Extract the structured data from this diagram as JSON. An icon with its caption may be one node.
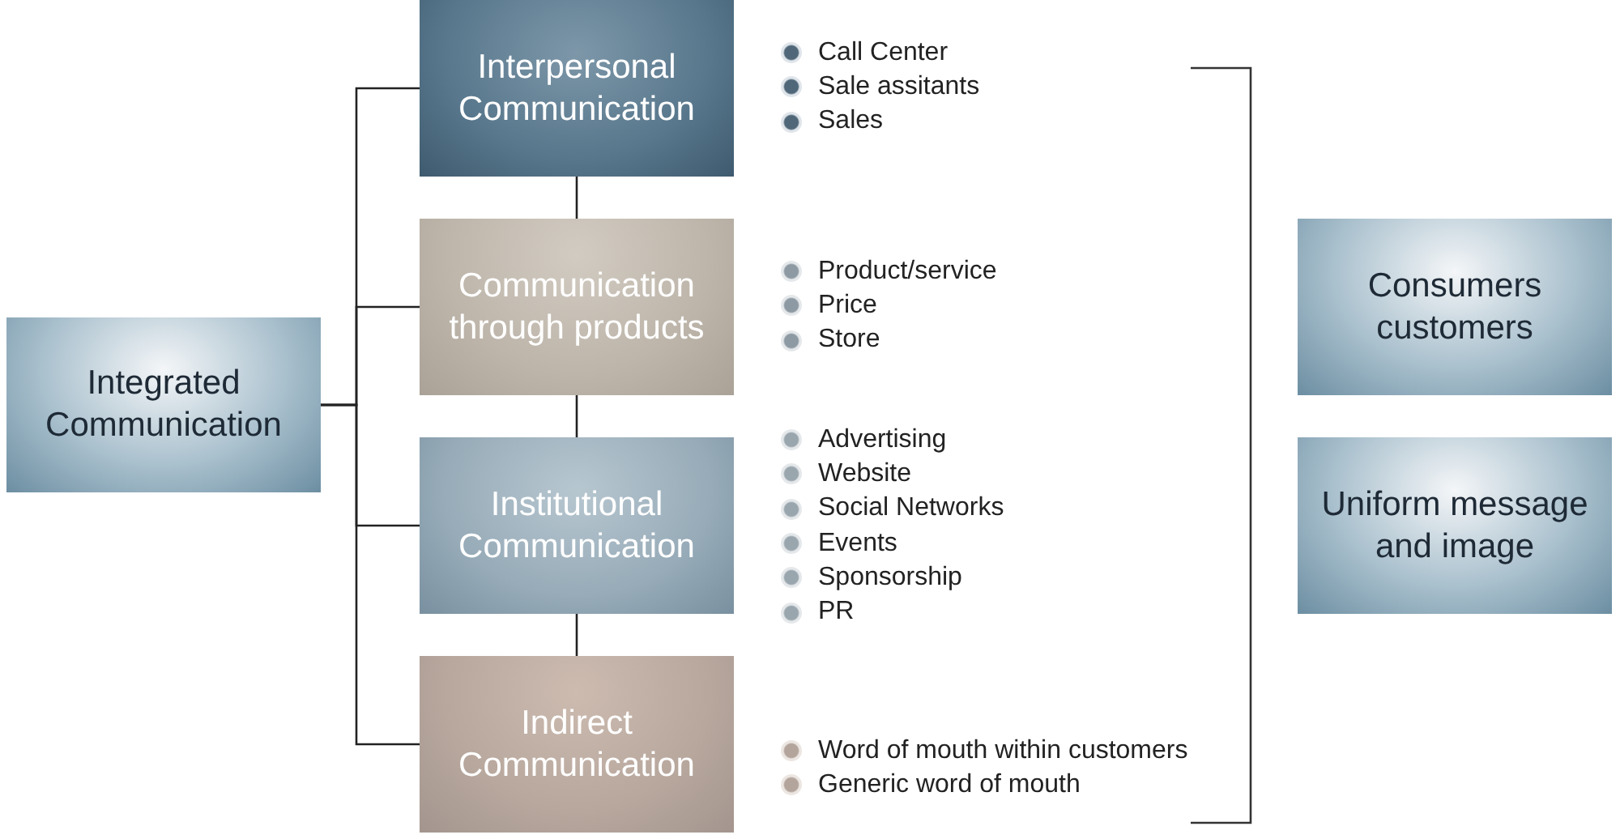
{
  "diagram": {
    "nodes": [
      {
        "text": [
          "Integrated Communication"
        ]
      },
      {
        "text": [
          "Interpersonal Communication"
        ],
        "beside": [
          "Call Center",
          "Sale assitants",
          "Sales"
        ]
      },
      {
        "text": [
          "Communication through products"
        ],
        "beside": [
          "Product/service",
          "Price",
          "Store"
        ]
      },
      {
        "text": [
          "Institutional Communication"
        ],
        "beside": [
          "Advertising",
          "Website",
          "Social Networks",
          "Events",
          "Sponsorship",
          "PR"
        ]
      },
      {
        "text": [
          "Indirect Communication"
        ],
        "beside": [
          "Word of mouth within customers",
          "Generic word of mouth"
        ]
      },
      {
        "text": [
          "Consumers customers"
        ]
      },
      {
        "text": [
          "Uniform message and image"
        ]
      }
    ],
    "edges": [
      {
        "from": 0,
        "to": 1,
        "arrow": "none"
      },
      {
        "from": 0,
        "to": 2,
        "arrow": "none"
      },
      {
        "from": 0,
        "to": 3,
        "arrow": "none"
      },
      {
        "from": 0,
        "to": 4,
        "arrow": "none"
      },
      {
        "from": 1,
        "to": 2,
        "arrow": "none"
      },
      {
        "from": 2,
        "to": 3,
        "arrow": "none"
      },
      {
        "from": 3,
        "to": 4,
        "arrow": "none"
      }
    ]
  }
}
